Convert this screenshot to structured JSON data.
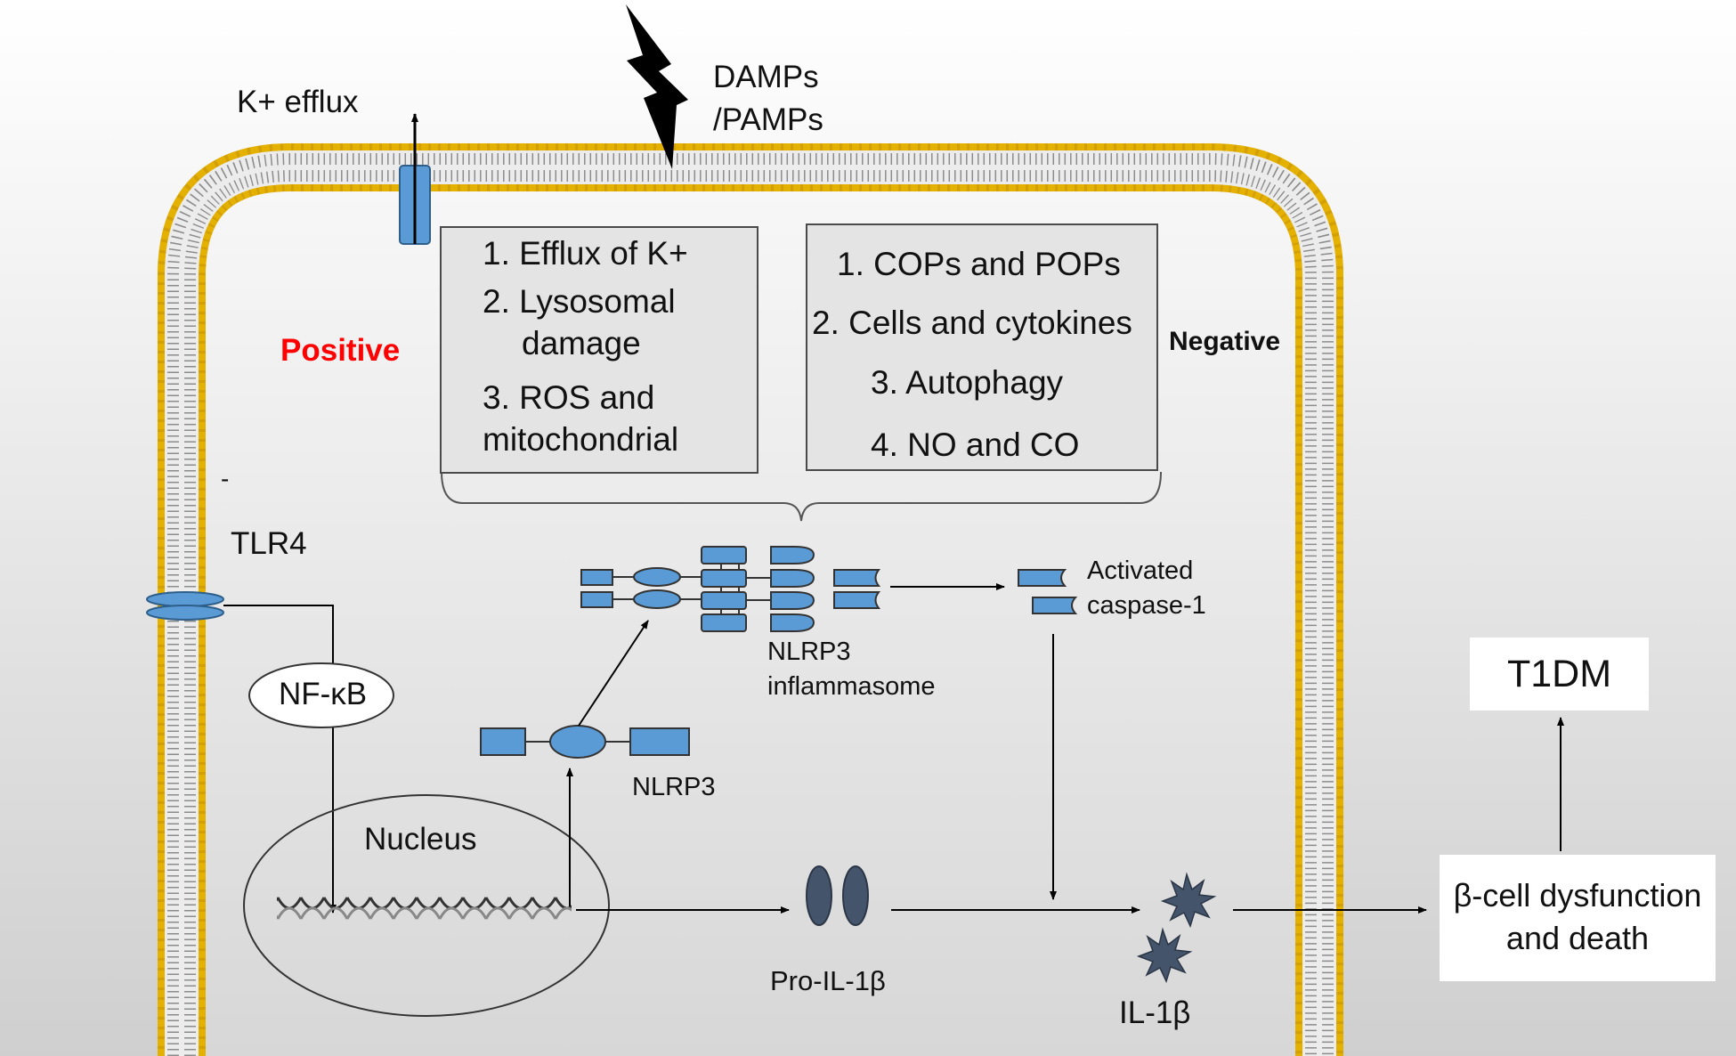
{
  "labels": {
    "k_efflux": "K+ efflux",
    "damps": "DAMPs",
    "pamps": "/PAMPs",
    "positive": "Positive",
    "negative": "Negative",
    "dash": "-",
    "tlr4": "TLR4",
    "nfkb": "NF-κB",
    "nucleus": "Nucleus",
    "nlrp3": "NLRP3",
    "inflammasome_line1": "NLRP3",
    "inflammasome_line2": "inflammasome",
    "caspase_line1": "Activated",
    "caspase_line2": "caspase-1",
    "pro_il1b": "Pro-IL-1β",
    "il1b": "IL-1β",
    "t1dm": "T1DM",
    "beta_line1": "β-cell dysfunction",
    "beta_line2": "and death"
  },
  "positive_factors": [
    "1. Efflux of K+",
    "2. Lysosomal",
    "damage",
    "3. ROS and",
    "mitochondrial"
  ],
  "negative_factors": [
    "1. COPs and POPs",
    "2. Cells and cytokines",
    "3. Autophagy",
    "4. NO and CO"
  ],
  "colors": {
    "membrane_gold": "#e8b400",
    "protein_blue": "#5b9bd5",
    "il1b_dark": "#44546a",
    "positive_red": "#ff0000"
  }
}
